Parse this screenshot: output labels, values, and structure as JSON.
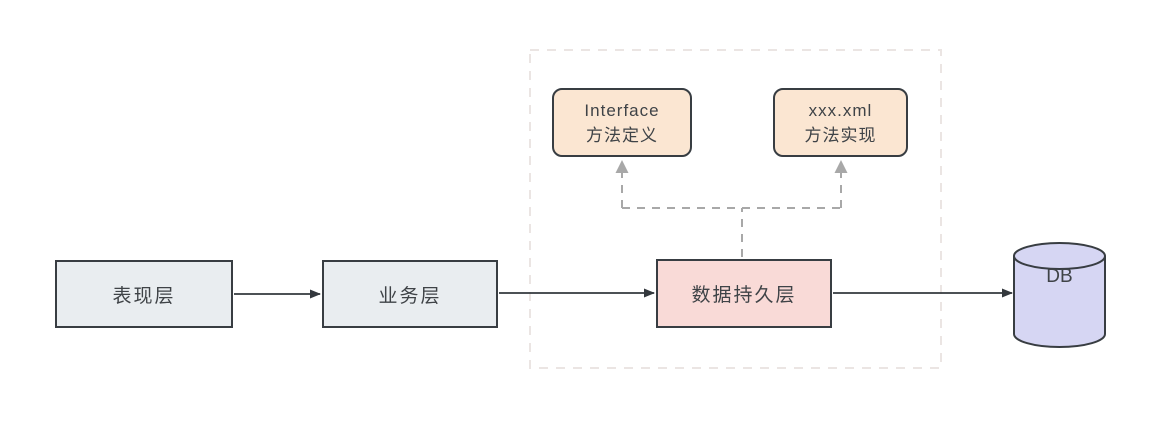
{
  "diagram": {
    "title": "layered-architecture-flow",
    "nodes": {
      "presentation": {
        "label": "表现层"
      },
      "business": {
        "label": "业务层"
      },
      "persistence": {
        "label": "数据持久层"
      },
      "interface_def": {
        "line1": "Interface",
        "line2": "方法定义"
      },
      "xml_impl": {
        "line1": "xxx.xml",
        "line2": "方法实现"
      },
      "database": {
        "label": "DB"
      }
    },
    "edges": [
      {
        "from": "presentation",
        "to": "business",
        "style": "solid-arrow"
      },
      {
        "from": "business",
        "to": "persistence",
        "style": "solid-arrow"
      },
      {
        "from": "persistence",
        "to": "database",
        "style": "solid-arrow"
      },
      {
        "from": "persistence",
        "to": "interface_def",
        "style": "dashed-arrow"
      },
      {
        "from": "persistence",
        "to": "xml_impl",
        "style": "dashed-arrow"
      }
    ],
    "colors": {
      "layer_fill": "#e9edf0",
      "persistence_fill": "#f9dad7",
      "method_fill": "#fbe6d2",
      "db_fill": "#d6d6f3",
      "node_border": "#383d42",
      "solid_arrow": "#33383d",
      "dashed_arrow": "#a8a8a8",
      "group_border": "#ebe5e3",
      "text": "#3f4347",
      "background": "#ffffff"
    }
  }
}
